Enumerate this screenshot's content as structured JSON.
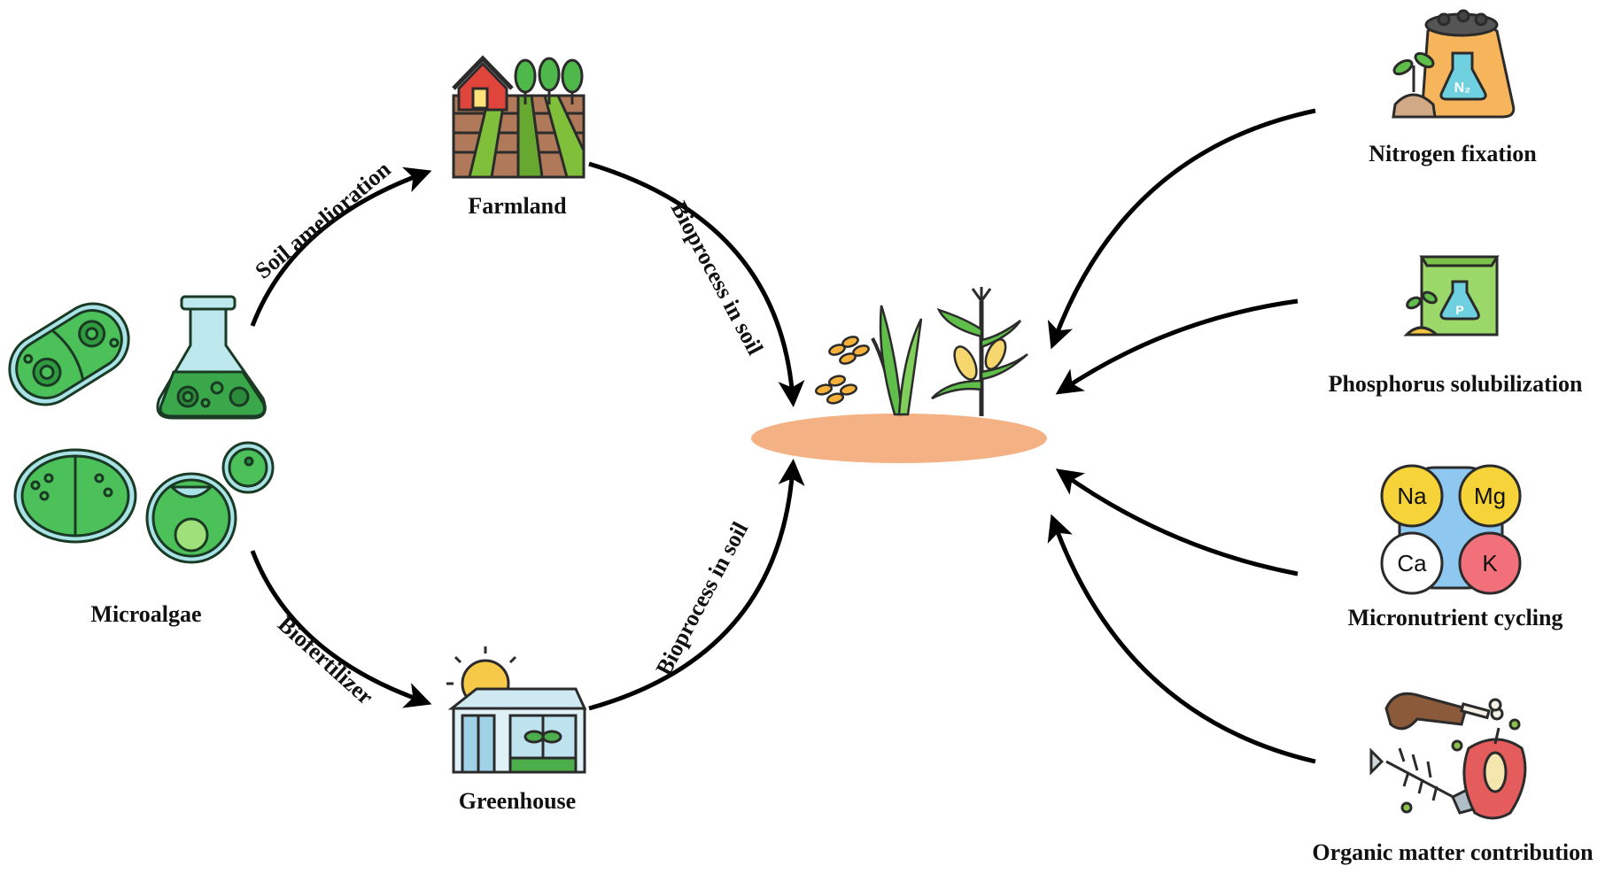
{
  "labels": {
    "farmland": "Farmland",
    "greenhouse": "Greenhouse",
    "microalgae": "Microalgae",
    "soil_amelioration": "Soil amelioration",
    "biofertilizer": "Biofertilizer",
    "bioprocess_top": "Bioprocess in soil",
    "bioprocess_bottom": "Bioprocess in soil",
    "nitrogen_fixation": "Nitrogen fixation",
    "phosphorus_solubilization": "Phosphorus solubilization",
    "micronutrient_cycling": "Micronutrient cycling",
    "organic_matter": "Organic matter contribution"
  },
  "fertilizer": {
    "nitrogen_symbol": "N₂",
    "phosphorus_symbol": "P"
  },
  "elements": [
    "Na",
    "Mg",
    "Ca",
    "K"
  ],
  "colors": {
    "algae_green": "#3cb54a",
    "algae_dark": "#1f7a33",
    "soil": "#f4b183",
    "arrow": "#000000",
    "barn_red": "#e0453c",
    "na": "#f7d33a",
    "mg": "#f7d33a",
    "ca": "#ffffff",
    "k": "#f2707a",
    "element_bg": "#8ec7ef"
  },
  "icons": [
    "microalgae-cells-icon",
    "flask-icon",
    "farmland-icon",
    "greenhouse-icon",
    "crops-icon",
    "nitrogen-fertilizer-icon",
    "phosphorus-fertilizer-icon",
    "micronutrients-icon",
    "organic-waste-icon"
  ]
}
